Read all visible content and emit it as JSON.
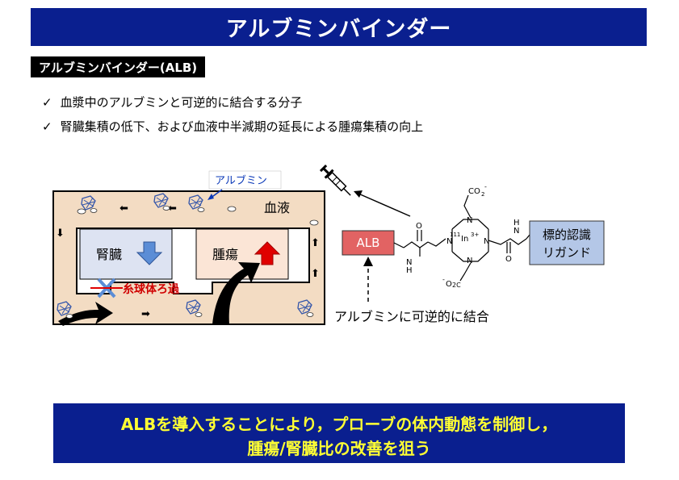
{
  "title": "アルブミンバインダー",
  "section_label": "アルブミンバインダー(ALB)",
  "bullets": [
    "血漿中のアルブミンと可逆的に結合する分子",
    "腎臓集積の低下、および血液中半減期の延長による腫瘍集積の向上"
  ],
  "check_glyph": "✓",
  "diagram": {
    "albumin_callout": "アルブミン",
    "blood_label": "血液",
    "kidney_label": "腎臓",
    "tumor_label": "腫瘍",
    "glomerular_label": "糸球体ろ過",
    "alb_box": "ALB",
    "ligand_box_line1": "標的認識",
    "ligand_box_line2": "リガンド",
    "binding_caption": "アルブミンに可逆的に結合",
    "chem_co2_top": "CO",
    "chem_co2_top_sub": "2",
    "chem_co2_top_sup": "-",
    "chem_co2_bottom": "O",
    "chem_co2_bottom_pre": "-",
    "chem_co2_bottom_c": "2C",
    "chem_metal": "In",
    "chem_metal_mass": "111",
    "chem_metal_charge": "3+",
    "chem_n": "N",
    "chem_h": "H",
    "chem_o": "O",
    "colors": {
      "panel_bg": "#f3dcc3",
      "panel_border": "#000000",
      "kidney_bg": "#dde3f2",
      "kidney_arrow": "#5b8dd6",
      "tumor_bg": "#fbe5d6",
      "tumor_arrow": "#e00000",
      "alb_box": "#e26363",
      "ligand_box": "#b4c7e7",
      "callout": "#0a38b8",
      "red_label": "#d00000"
    }
  },
  "footer_line1": "ALBを導入することにより，プローブの体内動態を制御し，",
  "footer_line2": "腫瘍/腎臓比の改善を狙う"
}
